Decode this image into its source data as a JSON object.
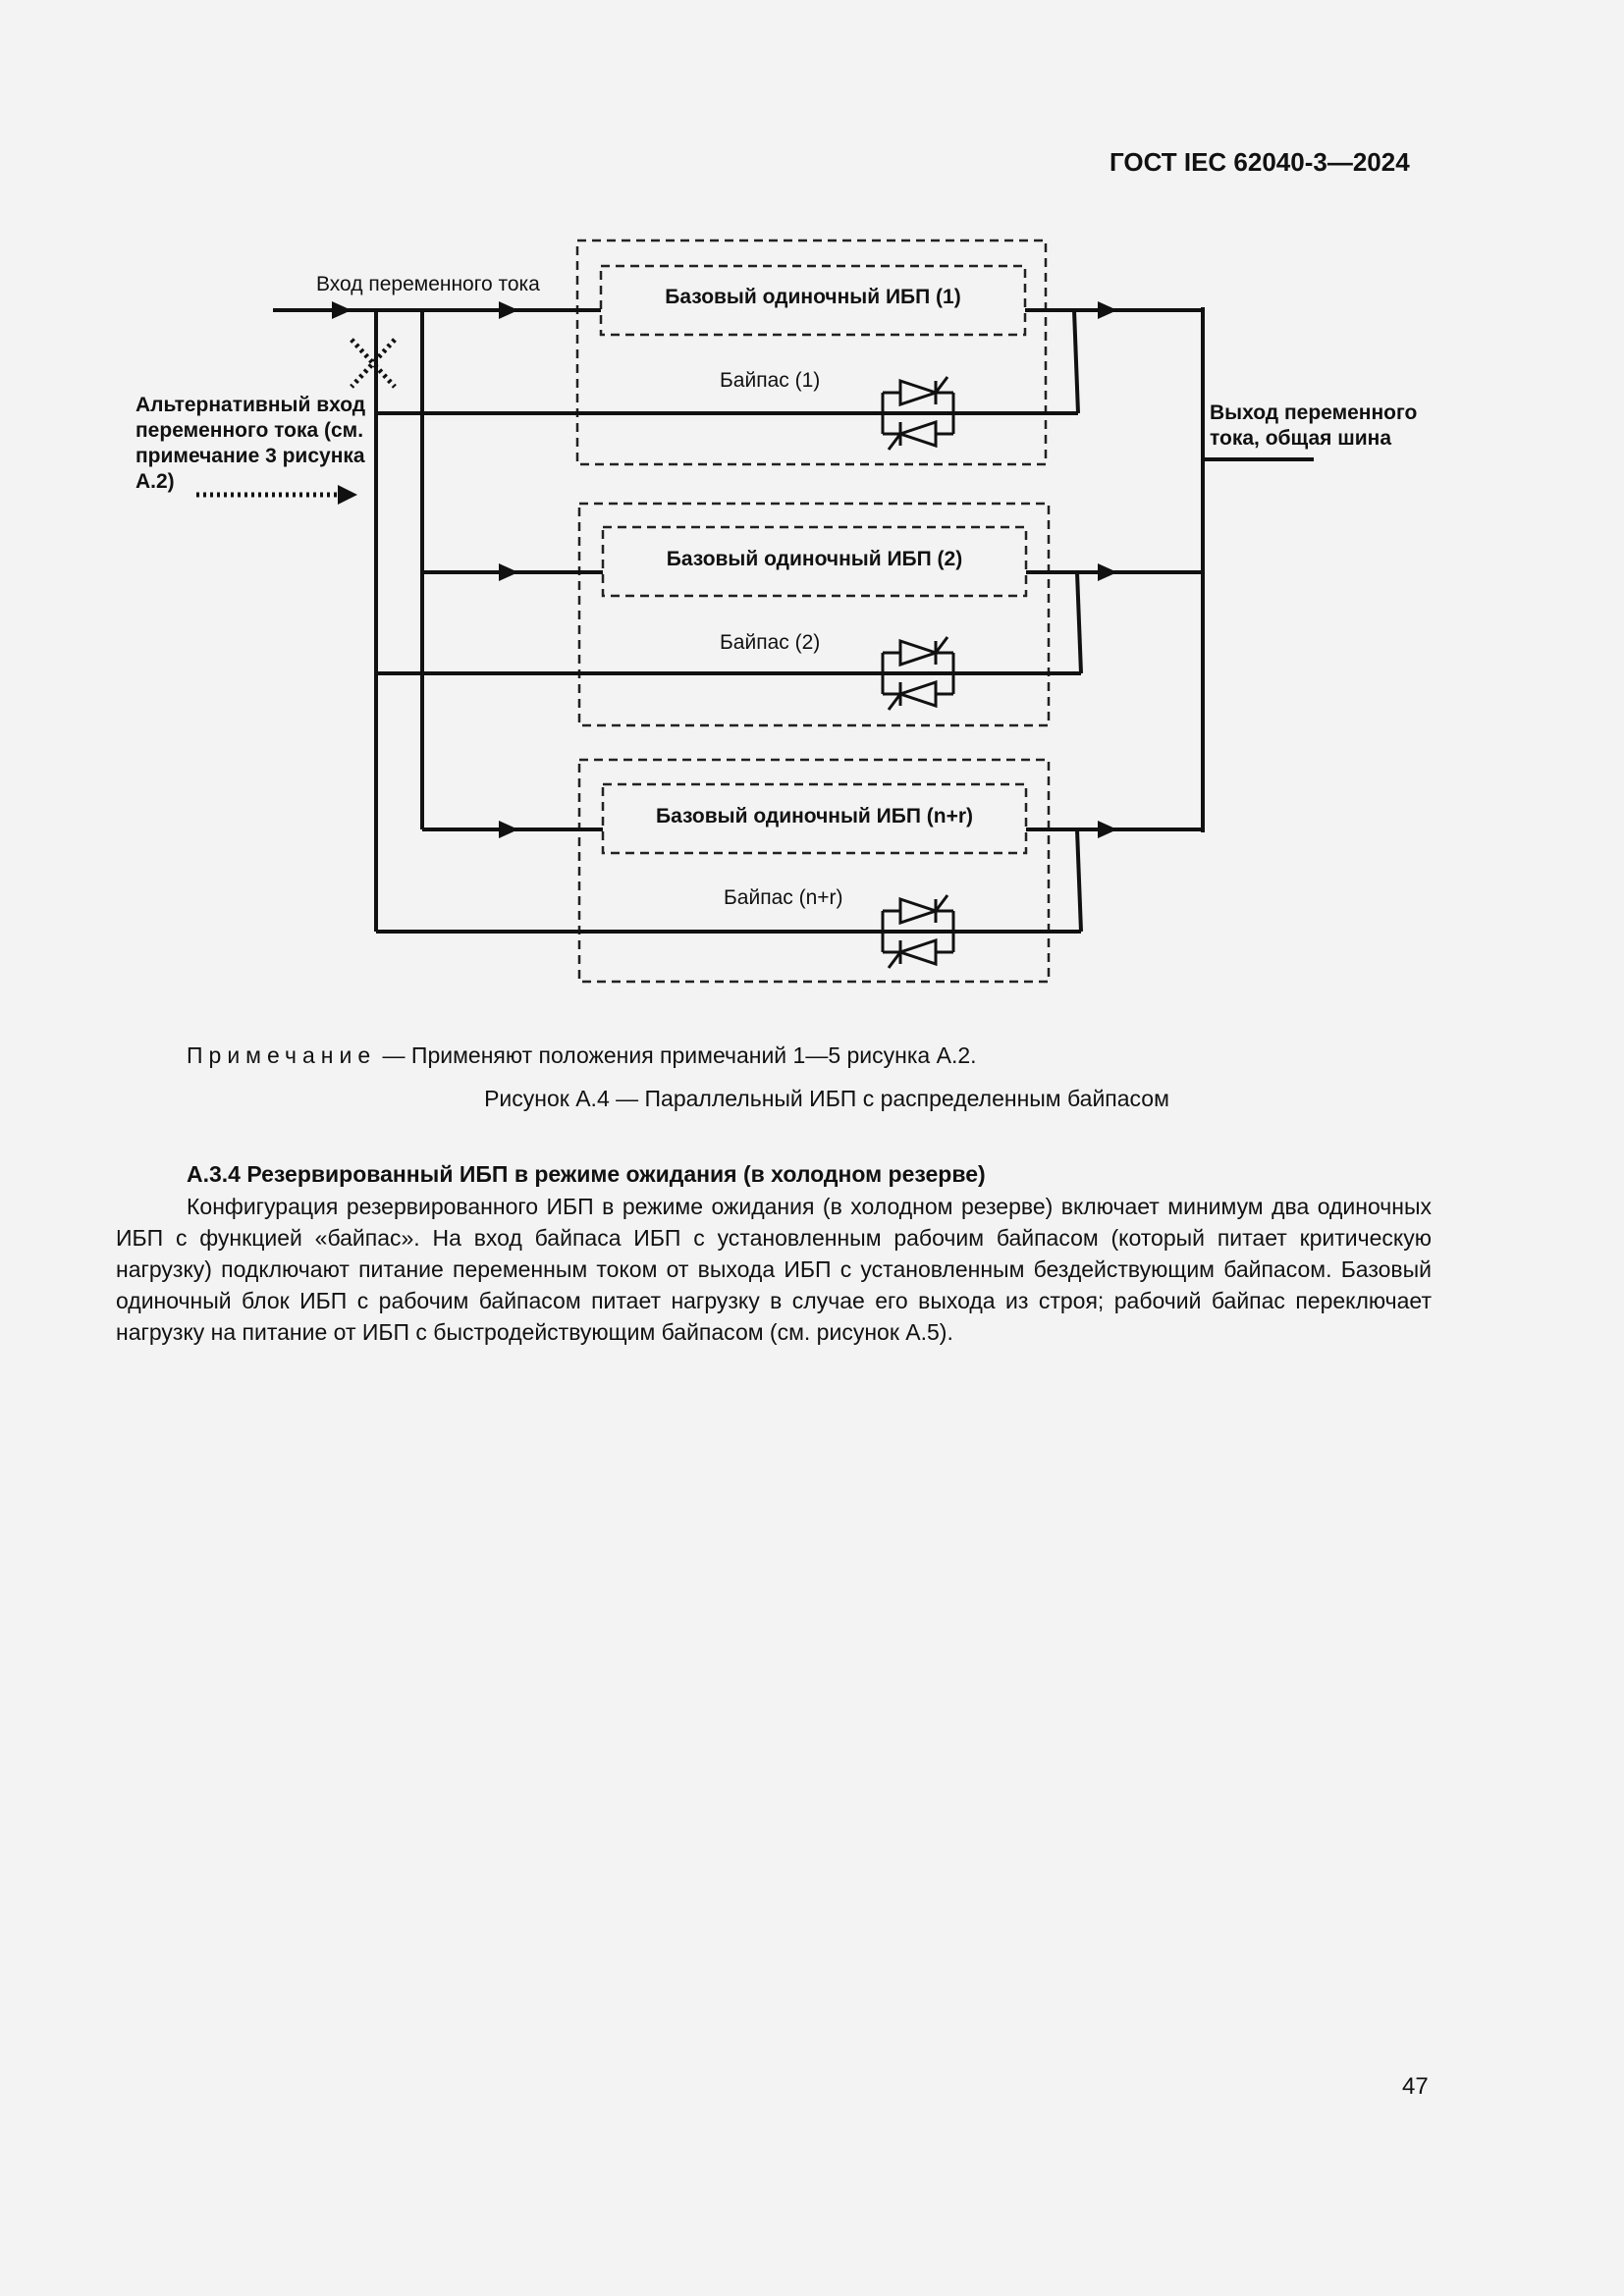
{
  "header": {
    "doc_code": "ГОСТ IEC 62040-3—2024"
  },
  "figure": {
    "labels": {
      "ac_input": "Вход переменного тока",
      "alt_input_lines": [
        "Альтернативный вход",
        "переменного тока (см.",
        "примечание 3 рисунка",
        "А.2)"
      ],
      "ac_output_lines": [
        "Выход переменного",
        "тока, общая шина"
      ],
      "ups1": "Базовый одиночный ИБП (1)",
      "bypass1": "Байпас (1)",
      "ups2": "Базовый одиночный ИБП (2)",
      "bypass2": "Байпас (2)",
      "ups3": "Базовый одиночный ИБП (n+r)",
      "bypass3": "Байпас (n+r)"
    },
    "note_label": "Примечание",
    "note_text": "— Применяют положения примечаний 1—5 рисунка А.2.",
    "caption": "Рисунок А.4 — Параллельный ИБП с распределенным байпасом"
  },
  "section": {
    "title": "А.3.4 Резервированный ИБП в режиме ожидания (в холодном резерве)",
    "paragraph": "Конфигурация резервированного ИБП в режиме ожидания (в холодном резерве) включает минимум два одиночных ИБП с функцией «байпас». На вход байпаса ИБП с установленным рабочим байпасом (который питает критическую нагрузку) подключают питание переменным током от выхода ИБП с установленным бездействующим байпасом. Базовый одиночный блок ИБП с рабочим байпасом питает нагрузку в случае его выхода из строя; рабочий байпас переключает нагрузку на питание от ИБП с быстродействующим байпасом (см. рисунок А.5)."
  },
  "page_number": "47"
}
